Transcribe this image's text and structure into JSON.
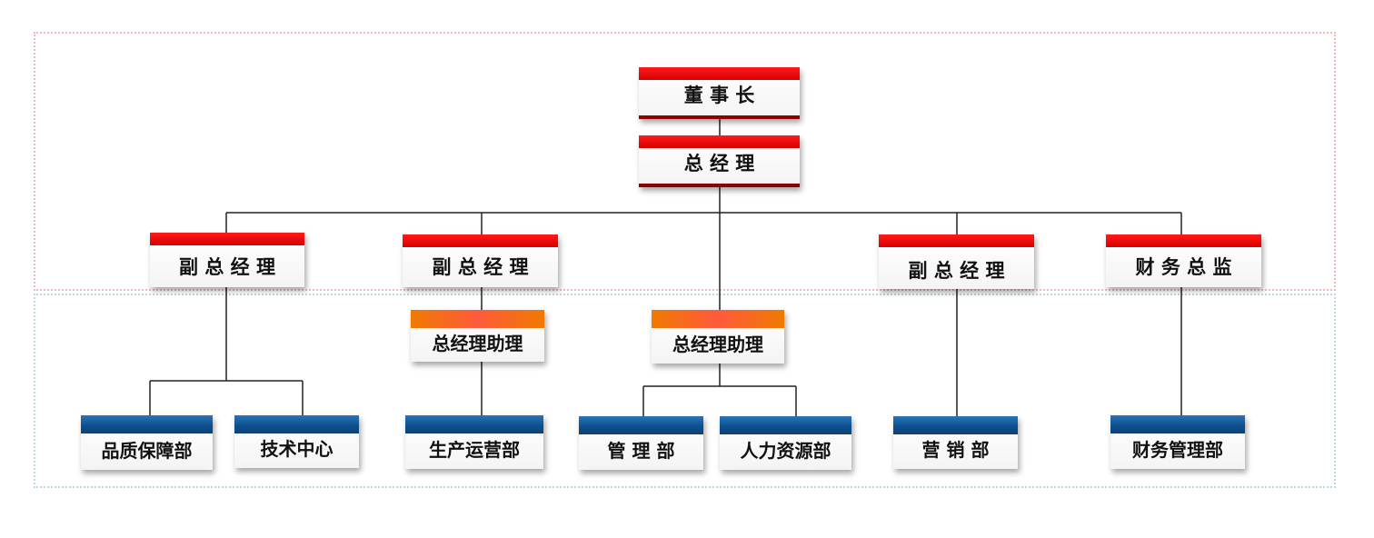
{
  "nodes": {
    "chairman": "董 事 长",
    "general_manager": "总 经 理",
    "vp1": "副 总 经 理",
    "vp2": "副 总 经 理",
    "vp3": "副 总 经 理",
    "cfo": "财 务 总 监",
    "assistant1": "总经理助理",
    "assistant2": "总经理助理",
    "dept_quality": "品质保障部",
    "dept_tech": "技术中心",
    "dept_production": "生产运营部",
    "dept_admin": "管 理 部",
    "dept_hr": "人力资源部",
    "dept_sales": "营 销 部",
    "dept_finance": "财务管理部"
  },
  "colors": {
    "executive_bar": "#e60000",
    "assistant_bar": "#f07a00",
    "department_bar": "#0b4f8c",
    "top_zone_border": "#f2b8bd",
    "bottom_zone_border": "#bcd6df"
  }
}
